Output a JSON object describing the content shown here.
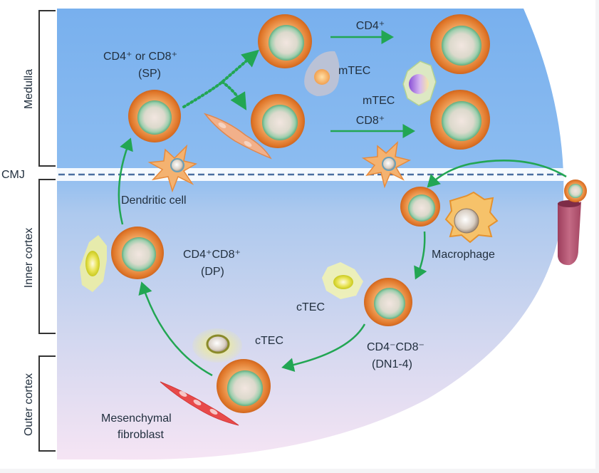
{
  "regions": {
    "medulla": "Medulla",
    "cmj": "CMJ",
    "inner_cortex": "Inner cortex",
    "outer_cortex": "Outer cortex"
  },
  "labels": {
    "sp": "CD4⁺ or CD8⁺",
    "sp_sub": "(SP)",
    "cd4_arrow": "CD4⁺",
    "cd8_arrow": "CD8⁺",
    "mtec_1": "mTEC",
    "mtec_2": "mTEC",
    "dendritic": "Dendritic cell",
    "macrophage": "Macrophage",
    "dp": "CD4⁺CD8⁺",
    "dp_sub": "(DP)",
    "ctec_1": "cTEC",
    "ctec_2": "cTEC",
    "dn": "CD4⁻CD8⁻",
    "dn_sub": "(DN1-4)",
    "fibro_1": "Mesenchymal",
    "fibro_2": "fibroblast"
  },
  "colors": {
    "medulla_bg": "#7fb5ee",
    "cortex_bg_top": "#a9c8ef",
    "cortex_bg_bottom": "#f6e4f3",
    "arrow": "#22a653",
    "cell_outer": "#e2802f",
    "cell_inner": "#8fc7a6",
    "boundary": "#4a6fa0",
    "vessel": "#b65270",
    "fibroblast": "#e84a4a"
  }
}
